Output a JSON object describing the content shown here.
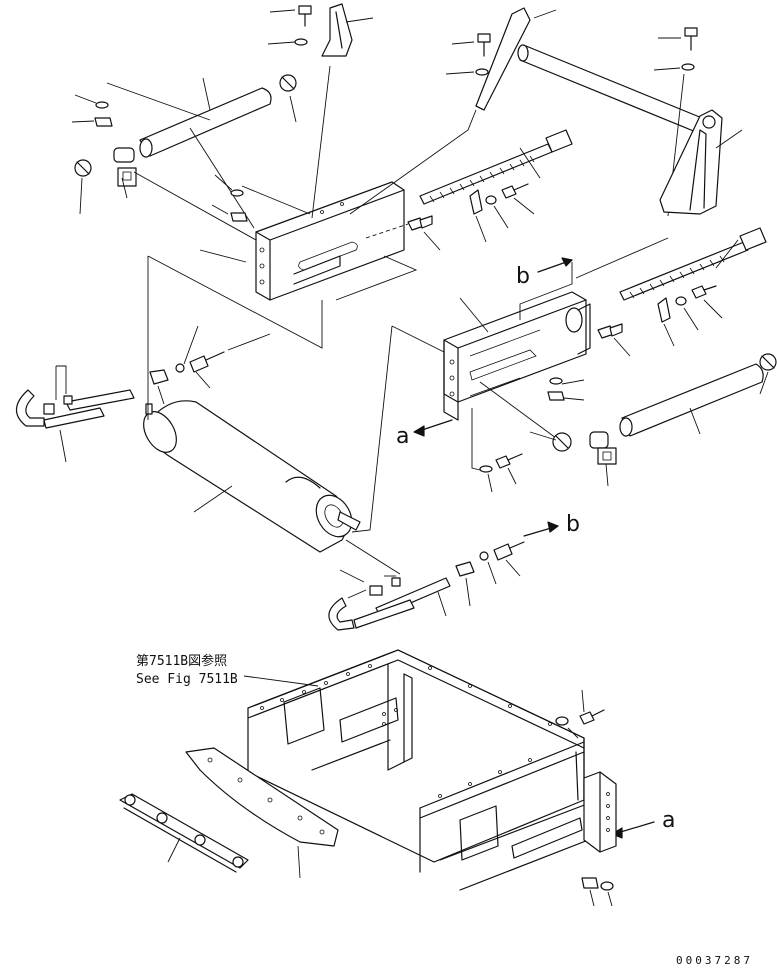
{
  "reference_note": {
    "line_jp": "第7511B図参照",
    "line_en": "See Fig 7511B"
  },
  "callouts": {
    "a_left": "a",
    "a_right": "a",
    "b_top": "b",
    "b_bottom": "b"
  },
  "drawing_code": "00037287",
  "colors": {
    "ink": "#111111",
    "paper": "#ffffff"
  }
}
